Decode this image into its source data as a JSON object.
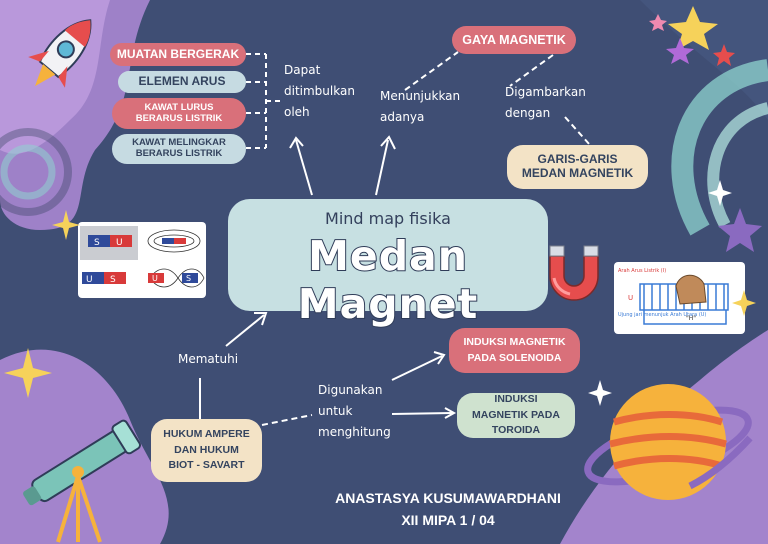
{
  "center": {
    "subtitle": "Mind map fisika",
    "title": "Medan Magnet"
  },
  "left_group": {
    "items": [
      "MUATAN BERGERAK",
      "ELEMEN ARUS",
      "KAWAT LURUS BERARUS LISTRIK",
      "KAWAT MELINGKAR BERARUS LISTRIK"
    ],
    "connector_label": "Dapat ditimbulkan oleh"
  },
  "top_right": {
    "connector_label_1": "Menunjukkan adanya",
    "node_1": "GAYA MAGNETIK",
    "connector_label_2": "Digambarkan dengan",
    "node_2": "GARIS-GARIS MEDAN MAGNETIK"
  },
  "bottom": {
    "connector_label_1": "Mematuhi",
    "node_law": "HUKUM AMPERE DAN HUKUM BIOT - SAVART",
    "connector_label_2": "Digunakan untuk menghitung",
    "node_solenoid": "INDUKSI MAGNETIK PADA SOLENOIDA",
    "node_toroid": "INDUKSI MAGNETIK PADA TOROIDA"
  },
  "author": {
    "name": "ANASTASYA KUSUMAWARDHANI",
    "class": "XII MIPA 1 / 04"
  },
  "diagram_labels": {
    "magnet_poles": [
      "S",
      "U",
      "U",
      "S",
      "U",
      "S"
    ],
    "solenoid_text": [
      "Arah Arus Listrik (I)",
      "Ujung jari menunjuk Arah Utara (U)",
      "U",
      "\"H\""
    ]
  },
  "colors": {
    "background": "#3f4e74",
    "rose": "#d9707a",
    "blue": "#c6dbe2",
    "cream": "#f3e3c6",
    "green": "#cfe2cf",
    "center": "#c7e0e2"
  },
  "icons": [
    "rocket-icon",
    "telescope-icon",
    "planet-icon",
    "horseshoe-magnet-icon",
    "star-icon",
    "sparkle-icon"
  ]
}
